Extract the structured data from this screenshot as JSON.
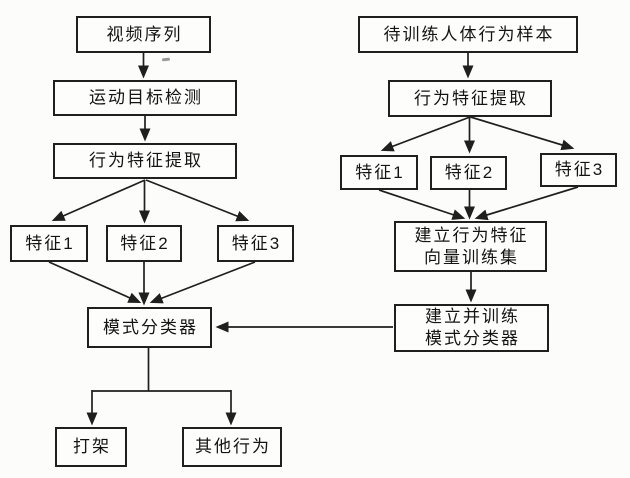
{
  "colors": {
    "ink": "#1f1f1f",
    "paper": "#fcfcfb"
  },
  "nodes": {
    "video_sequence": "视频序列",
    "motion_target_detection": "运动目标检测",
    "behavior_feature_extraction": "行为特征提取",
    "feature1": "特征1",
    "feature2": "特征2",
    "feature3": "特征3",
    "pattern_classifier": "模式分类器",
    "fighting": "打架",
    "other_behavior": "其他行为",
    "training_samples": "待训练人体行为样本",
    "training_feature_extraction": "行为特征提取",
    "training_feature1": "特征1",
    "training_feature2": "特征2",
    "training_feature3": "特征3",
    "training_set_line1": "建立行为特征",
    "training_set_line2": "向量训练集",
    "train_classifier_line1": "建立并训练",
    "train_classifier_line2": "模式分类器"
  },
  "edges": [
    {
      "from": "video_sequence",
      "to": "motion_target_detection"
    },
    {
      "from": "motion_target_detection",
      "to": "behavior_feature_extraction"
    },
    {
      "from": "behavior_feature_extraction",
      "to": "feature1"
    },
    {
      "from": "behavior_feature_extraction",
      "to": "feature2"
    },
    {
      "from": "behavior_feature_extraction",
      "to": "feature3"
    },
    {
      "from": "feature1",
      "to": "pattern_classifier"
    },
    {
      "from": "feature2",
      "to": "pattern_classifier"
    },
    {
      "from": "feature3",
      "to": "pattern_classifier"
    },
    {
      "from": "pattern_classifier",
      "to": "fighting"
    },
    {
      "from": "pattern_classifier",
      "to": "other_behavior"
    },
    {
      "from": "training_samples",
      "to": "training_feature_extraction"
    },
    {
      "from": "training_feature_extraction",
      "to": "training_feature1"
    },
    {
      "from": "training_feature_extraction",
      "to": "training_feature2"
    },
    {
      "from": "training_feature_extraction",
      "to": "training_feature3"
    },
    {
      "from": "training_feature1",
      "to": "feature_vector_training_set"
    },
    {
      "from": "training_feature2",
      "to": "feature_vector_training_set"
    },
    {
      "from": "training_feature3",
      "to": "feature_vector_training_set"
    },
    {
      "from": "feature_vector_training_set",
      "to": "train_pattern_classifier"
    },
    {
      "from": "train_pattern_classifier",
      "to": "pattern_classifier"
    }
  ]
}
